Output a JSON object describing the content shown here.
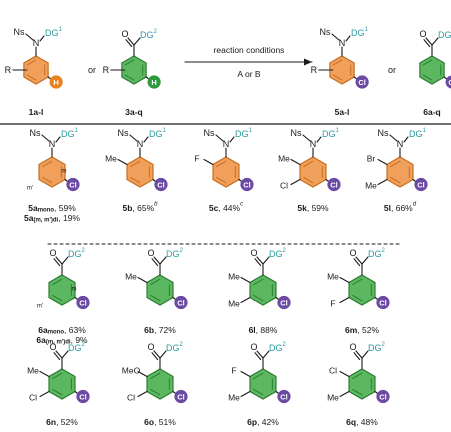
{
  "colors": {
    "dg": "#2a9aa0",
    "orange_ring": "#f0a05a",
    "orange_edge": "#c86e20",
    "green_ring": "#5cb860",
    "green_edge": "#2e7d32",
    "purple": "#6a4aa3",
    "ink": "#1a1a1a"
  },
  "header": {
    "arrow_top": "reaction conditions",
    "arrow_bottom": "A or B",
    "or1": "or",
    "or2": "or",
    "sm1_label": "1a-l",
    "sm2_label": "3a-q",
    "prod1_label": "5a-l",
    "prod2_label": "6a-q",
    "text_R": "R",
    "text_Ns": "Ns",
    "text_N": "N",
    "text_O": "O",
    "text_H": "H",
    "text_Cl": "Cl",
    "text_DG": "DG",
    "text_sup1": "1",
    "text_sup2": "2"
  },
  "row1": [
    {
      "name": "5a",
      "lines": [
        {
          "parts": [
            {
              "t": "5a",
              "b": true
            },
            {
              "t": "mono",
              "sub": true,
              "b": true
            },
            {
              "t": ", 59%"
            }
          ]
        },
        {
          "parts": [
            {
              "t": "5a",
              "b": true
            },
            {
              "t": "(m, m')di",
              "sub": true,
              "b": true
            },
            {
              "t": ", 19%"
            }
          ]
        }
      ],
      "left": "Ns",
      "sub": [
        "",
        ""
      ],
      "pos_labels": [
        "m'",
        "m"
      ]
    },
    {
      "name": "5b",
      "lines": [
        {
          "parts": [
            {
              "t": "5b",
              "b": true
            },
            {
              "t": ", 65%"
            },
            {
              "t": "b",
              "sup": true,
              "i": true
            }
          ]
        }
      ],
      "left": "Ns",
      "sub": [
        "Me",
        ""
      ]
    },
    {
      "name": "5c",
      "lines": [
        {
          "parts": [
            {
              "t": "5c",
              "b": true
            },
            {
              "t": ", 44%"
            },
            {
              "t": "c",
              "sup": true,
              "i": true
            }
          ]
        }
      ],
      "left": "Ns",
      "sub": [
        "F",
        ""
      ]
    },
    {
      "name": "5k",
      "lines": [
        {
          "parts": [
            {
              "t": "5k",
              "b": true
            },
            {
              "t": ", 59%"
            }
          ]
        }
      ],
      "left": "Ns",
      "sub": [
        "Me",
        "Cl"
      ]
    },
    {
      "name": "5l",
      "lines": [
        {
          "parts": [
            {
              "t": "5l",
              "b": true
            },
            {
              "t": ", 66%"
            },
            {
              "t": "d",
              "sup": true,
              "i": true
            }
          ]
        }
      ],
      "left": "Ns",
      "sub": [
        "Br",
        "Me"
      ]
    }
  ],
  "row2": [
    {
      "name": "6a",
      "lines": [
        {
          "parts": [
            {
              "t": "6a",
              "b": true
            },
            {
              "t": "mono",
              "sub": true,
              "b": true
            },
            {
              "t": ", 63%"
            }
          ]
        },
        {
          "parts": [
            {
              "t": "6a",
              "b": true
            },
            {
              "t": "(m, m')di",
              "sub": true,
              "b": true
            },
            {
              "t": ", 9%"
            }
          ]
        }
      ],
      "sub": [
        "",
        ""
      ],
      "pos_labels": [
        "m'",
        "m"
      ]
    },
    {
      "name": "6b",
      "lines": [
        {
          "parts": [
            {
              "t": "6b",
              "b": true
            },
            {
              "t": ", 72%"
            }
          ]
        }
      ],
      "sub": [
        "Me",
        ""
      ]
    },
    {
      "name": "6l",
      "lines": [
        {
          "parts": [
            {
              "t": "6l",
              "b": true
            },
            {
              "t": ", 88%"
            }
          ]
        }
      ],
      "sub": [
        "Me",
        "Me"
      ]
    },
    {
      "name": "6m",
      "lines": [
        {
          "parts": [
            {
              "t": "6m",
              "b": true
            },
            {
              "t": ", 52%"
            }
          ]
        }
      ],
      "sub": [
        "Me",
        "F"
      ]
    }
  ],
  "row3": [
    {
      "name": "6n",
      "lines": [
        {
          "parts": [
            {
              "t": "6n",
              "b": true
            },
            {
              "t": ", 52%"
            }
          ]
        }
      ],
      "sub": [
        "Me",
        "Cl"
      ]
    },
    {
      "name": "6o",
      "lines": [
        {
          "parts": [
            {
              "t": "6o",
              "b": true
            },
            {
              "t": ", 51%"
            }
          ]
        }
      ],
      "sub": [
        "MeO",
        "Cl"
      ]
    },
    {
      "name": "6p",
      "lines": [
        {
          "parts": [
            {
              "t": "6p",
              "b": true
            },
            {
              "t": ", 42%"
            }
          ]
        }
      ],
      "sub": [
        "F",
        "Me"
      ]
    },
    {
      "name": "6q",
      "lines": [
        {
          "parts": [
            {
              "t": "6q",
              "b": true
            },
            {
              "t": ", 48%"
            }
          ]
        }
      ],
      "sub": [
        "Cl",
        "Me"
      ]
    }
  ]
}
